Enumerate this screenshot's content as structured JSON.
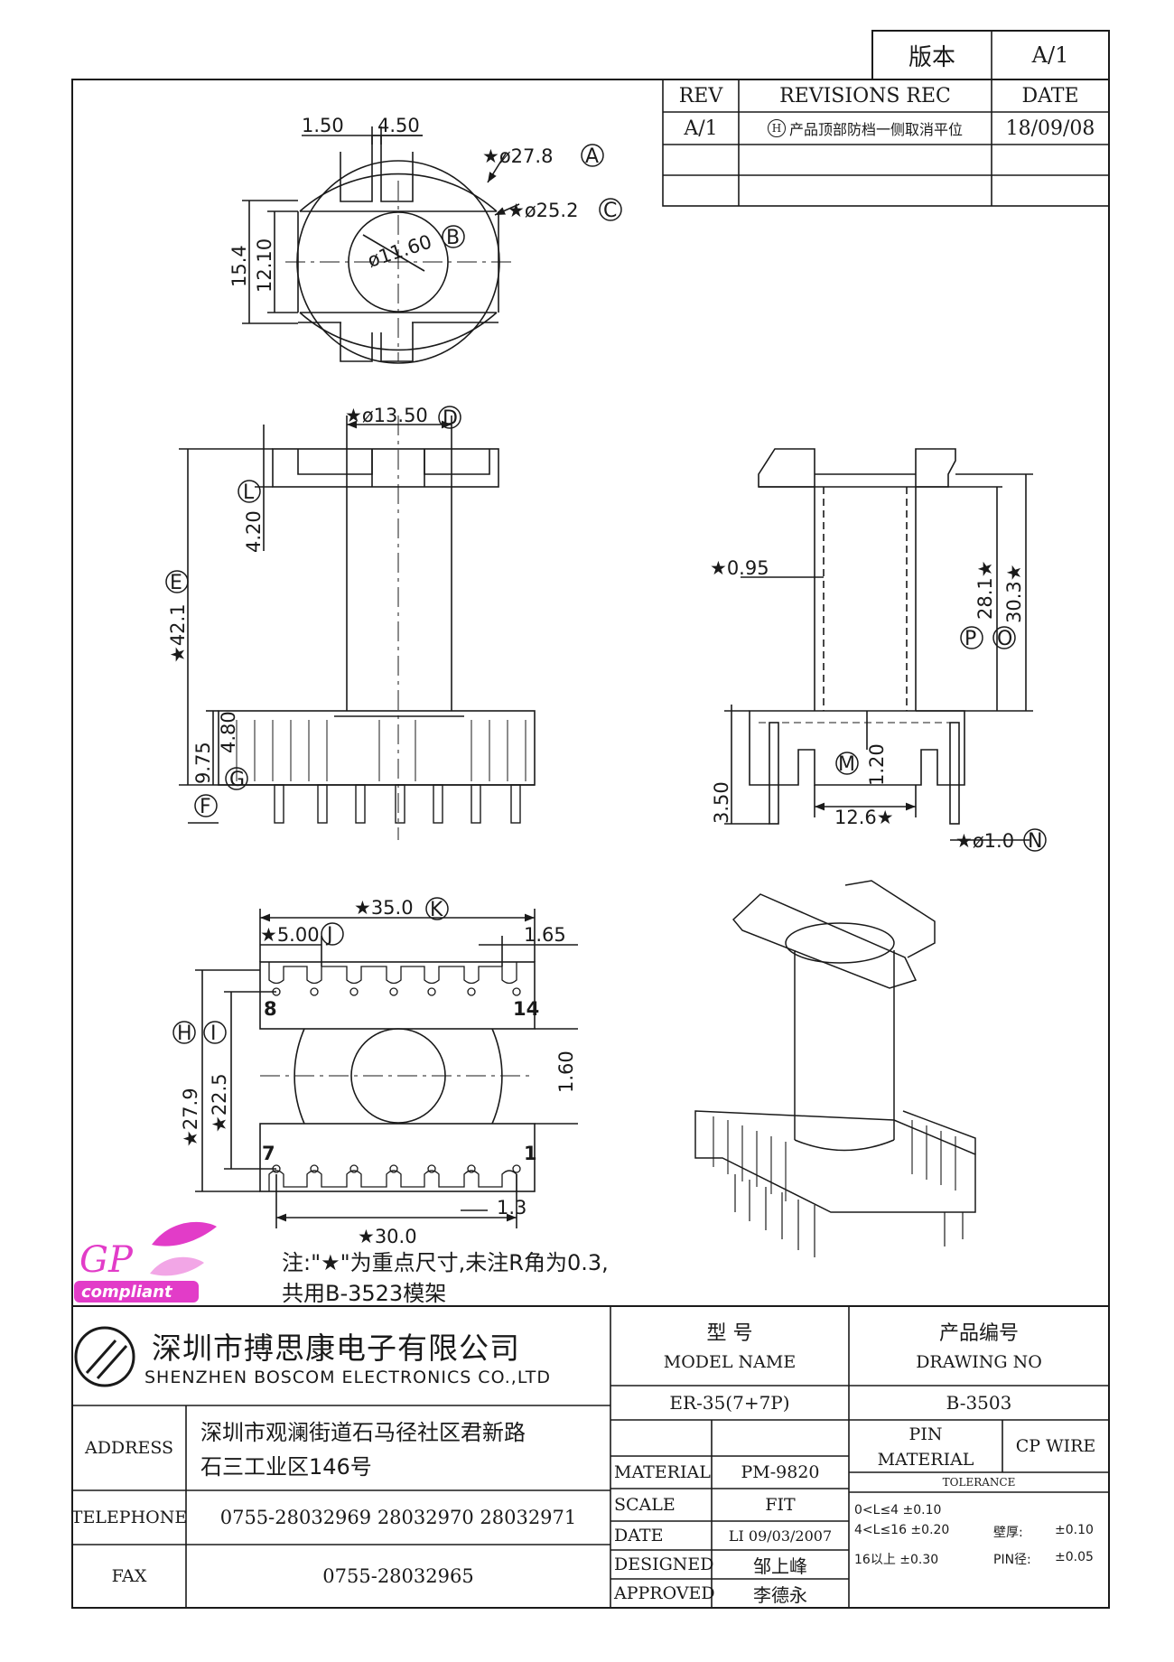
{
  "version_box": {
    "label": "版本",
    "value": "A/1"
  },
  "revisions": {
    "headers": [
      "REV",
      "REVISIONS REC",
      "DATE"
    ],
    "rows": [
      {
        "rev": "A/1",
        "mark": "H",
        "text": "产品顶部防档一侧取消平位",
        "date": "18/09/08"
      }
    ]
  },
  "dims": {
    "top_left": "1.50",
    "top_slot": "4.50",
    "dia_a": "★ø27.8",
    "dia_c": "★ø25.2",
    "dia_b": "ø11.60",
    "h154": "15.4",
    "h1210": "12.10",
    "dia_d": "★ø13.50",
    "h420": "4.20",
    "h421": "★42.1",
    "h975": "9.75",
    "h480": "4.80",
    "w095": "★0.95",
    "h281": "28.1★",
    "h303": "30.3★",
    "h120": "1.20",
    "w126": "12.6★",
    "h350": "3.50",
    "dia_n": "★ø1.0",
    "w350": "★35.0",
    "w500": "★5.00",
    "w165": "1.65",
    "h279": "★27.9",
    "h225": "★22.5",
    "h160": "1.60",
    "w300": "★30.0",
    "w13": "1.3"
  },
  "markers": {
    "A": "A",
    "B": "B",
    "C": "C",
    "D": "D",
    "E": "E",
    "F": "F",
    "G": "G",
    "H": "H",
    "I": "I",
    "J": "J",
    "K": "K",
    "L": "L",
    "M": "M",
    "N": "N",
    "O": "O",
    "P": "P"
  },
  "pins": {
    "p8": "8",
    "p14": "14",
    "p7": "7",
    "p1": "1"
  },
  "logo": {
    "gp": "GP",
    "compliant": "compliant"
  },
  "notes": {
    "line1": "注:\"★\"为重点尺寸,未注R角为0.3,",
    "line2": "共用B-3523模架"
  },
  "title_block": {
    "company_cn": "深圳市搏思康电子有限公司",
    "company_en": "SHENZHEN BOSCOM ELECTRONICS CO.,LTD",
    "model_label_cn": "型      号",
    "model_label_en": "MODEL NAME",
    "drawing_label_cn": "产品编号",
    "drawing_label_en": "DRAWING NO",
    "model_value": "ER-35(7+7P)",
    "drawing_value": "B-3503",
    "address_label": "ADDRESS",
    "address_line1": "深圳市观澜街道石马径社区君新路",
    "address_line2": "石三工业区146号",
    "telephone_label": "TELEPHONE",
    "telephone_value": "0755-28032969 28032970 28032971",
    "fax_label": "FAX",
    "fax_value": "0755-28032965",
    "material_label": "MATERIAL",
    "material_value": "PM-9820",
    "scale_label": "SCALE",
    "scale_value": "FIT",
    "date_label": "DATE",
    "date_value": "LI 09/03/2007",
    "designed_label": "DESIGNED",
    "designed_value": "邹上峰",
    "approved_label": "APPROVED",
    "approved_value": "李德永",
    "pin_material_l1": "PIN",
    "pin_material_l2": "MATERIAL",
    "pin_material_value": "CP WIRE",
    "tolerance_label": "TOLERANCE",
    "tol1": "0<L≤4  ±0.10",
    "tol2": "4<L≤16  ±0.20",
    "tol3": "16以上     ±0.30",
    "wall_label": "壁厚:",
    "wall_value": "±0.10",
    "pin_dia_label": "PIN径:",
    "pin_dia_value": "±0.05"
  },
  "colors": {
    "line": "#1a1a1a",
    "logo_pink": "#e23cc8"
  }
}
